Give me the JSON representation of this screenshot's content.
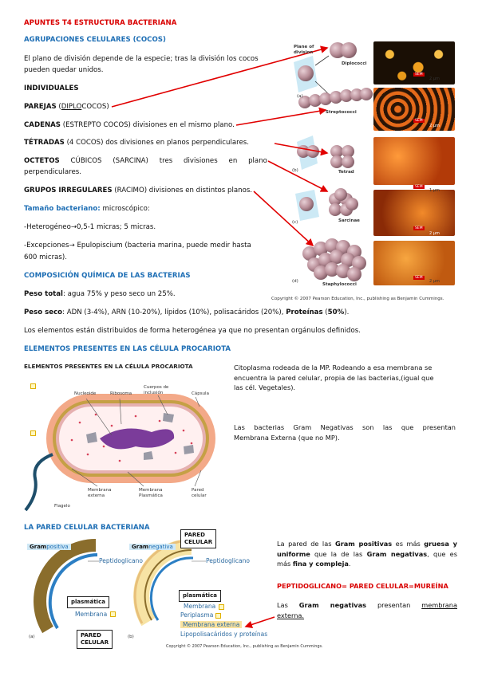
{
  "title": "APUNTES T4 ESTRUCTURA BACTERIANA",
  "sec1": {
    "heading": "AGRUPACIONES CELULARES (COCOS)",
    "intro1": "El plano de división depende de la especie; tras la división los cocos",
    "intro2": "pueden quedar unidos.",
    "individuales": "INDIVIDUALES",
    "parejas_b": "PAREJAS",
    "parejas_a": " (",
    "parejas_u": "DIPLO",
    "parejas_c": "COCOS)",
    "cadenas_b": "CADENAS",
    "cadenas_r": " (ESTREPTO COCOS) divisiones en el mismo plano.",
    "tetradas_b": "TÉTRADAS",
    "tetradas_r": " (4 COCOS) dos divisiones en planos perpendiculares.",
    "octetos_b": "OCTETOS",
    "octetos_r1": "CÚBICOS",
    "octetos_r2": "(SARCINA)",
    "octetos_r3": "tres",
    "octetos_r4": "divisiones",
    "octetos_r5": "en",
    "octetos_r6": "plano",
    "octetos_l2": "perpendiculares.",
    "grupos_b": "GRUPOS IRREGULARES",
    "grupos_r": " (RACIMO) divisiones en distintos planos.",
    "tam_h": "Tamaño bacteriano:",
    "tam_r": " microscópico:",
    "hetero": "-Heterogéneo→0,5-1 micras; 5 micras.",
    "excep1": "-Excepciones→ Epulopiscium (bacteria marina, puede medir hasta",
    "excep2": "600 micras)."
  },
  "figure1": {
    "plane_label": "Plane of\ndivision",
    "a": "(a)",
    "b": "(b)",
    "c": "(c)",
    "d": "(d)",
    "diplococci": "Diplococci",
    "streptococci": "Streptococci",
    "tetrad": "Tetrad",
    "sarcinae": "Sarcinae",
    "staph": "Staphylococci",
    "sem": "SEM",
    "s1": "2 μm",
    "s2": "2 μm",
    "s3": "1 μm",
    "s4": "2 μm",
    "s5": "2 μm",
    "copyright": "Copyright © 2007 Pearson Education, Inc., publishing as Benjamin Cummings."
  },
  "sec2": {
    "heading": "COMPOSICIÓN QUÍMICA DE LAS BACTERIAS",
    "peso_total_b": "Peso total",
    "peso_total_r": ": agua 75% y peso seco un 25%.",
    "peso_seco_b": "Peso seco",
    "peso_seco_r": ": ADN (3-4%), ARN (10-20%), lípidos (10%), polisacáridos (20%), ",
    "prot_b": "Proteínas",
    "prot_r": " (",
    "prot_b2": "50%",
    "prot_r2": ").",
    "elementos": "Los elementos están distribuidos de forma heterogénea ya que no presentan orgánulos definidos."
  },
  "sec3": {
    "heading": "ELEMENTOS PRESENTES EN LAS CÉLULA PROCARIOTA",
    "fig_title": "ELEMENTOS PRESENTES EN LA CÉLULA PROCARIOTA",
    "nucleoide": "Nucleoide",
    "ribosoma": "Ribosoma",
    "cuerpos": "Cuerpos de\ninclusión",
    "capsula": "Cápsula",
    "flagelo": "Flagelo",
    "membrana_ext": "Membrana\nexterna",
    "membrana_pl": "Membrana\nPlasmática",
    "pared": "Pared\ncelular",
    "p1_l1": "Citoplasma rodeada de la MP. Rodeando a esa membrana se",
    "p1_l2": "encuentra la pared celular, propia de las bacterias,(igual que",
    "p1_l3": "las cél. Vegetales).",
    "p2_l1": "Las bacterias Gram Negativas son las que presentan",
    "p2_l2": "Membrana Externa (que no MP)."
  },
  "sec4": {
    "heading": "LA PARED CELULAR BACTERIANA",
    "gram_pos": "Gram",
    "gram_pos2": "positiva",
    "gram_neg": "Gram",
    "gram_neg2": "negativa",
    "peptido1": "Peptidoglicano",
    "peptido2": "Peptidoglicano",
    "plasm1": "plasmática",
    "plasm2": "plasmática",
    "membrana1": "Membrana",
    "membrana2": "Membrana",
    "periplasma": "Periplasma",
    "mem_ext": "Membrana externa",
    "lps": "Lipopolisacáridos y proteínas",
    "pared_box1": "PARED\nCELULAR",
    "pared_box2": "PARED\nCELULAR",
    "a": "(a)",
    "b": "(b)",
    "copyright": "Copyright © 2007 Pearson Education, Inc., publishing as Benjamin Cummings.",
    "r1_a": "La pared de las ",
    "r1_b": "Gram positivas",
    "r1_c": " es más ",
    "r1_d": "gruesa y",
    "r2_a": "uniforme",
    "r2_b": " que la de las ",
    "r2_c": "Gram negativas",
    ", que es": "",
    "r2_d": ", que es",
    "r3_a": "más ",
    "r3_b": "fina y compleja",
    ".": "",
    "r3_c": ".",
    "equiv": "PEPTIDOGLICANO= PARED CELULAR=MUREÍNA",
    "neg1_a": "Las ",
    "neg1_b": "Gram negativas",
    "neg1_c": " presentan ",
    "neg1_d": "membrana",
    "neg2": "externa."
  }
}
